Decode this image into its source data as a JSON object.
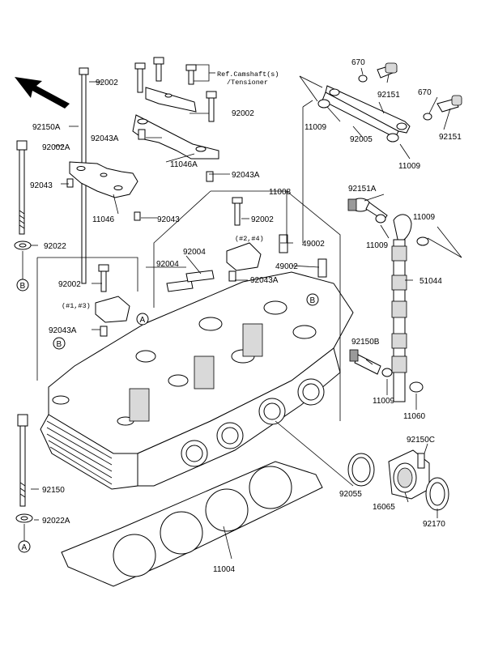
{
  "diagram": {
    "ref_note": {
      "line1": "Ref.Camshaft(s)",
      "line2": "/Tensioner"
    },
    "position_notes": {
      "p24": "(#2,#4)",
      "p13": "(#1,#3)"
    },
    "markers": {
      "a": "A",
      "b": "B"
    },
    "labels": {
      "l670a": "670",
      "l670b": "670",
      "l92151a": "92151",
      "l92151b": "92151",
      "l92002a": "92002",
      "l92002b": "92002",
      "l92150a": "92150A",
      "l92002aa": "92002A",
      "l92043a_top": "92043A",
      "l11046a": "11046A",
      "l11009a": "11009",
      "l92005": "92005",
      "l92043_left": "92043",
      "l92043a_mid": "92043A",
      "l11009b": "11009",
      "l11046": "11046",
      "l92043_mid": "92043",
      "l11008": "11008",
      "l92151a_mid": "92151A",
      "l11009c": "11009",
      "l92002c": "92002",
      "l92022": "92022",
      "l92004a": "92004",
      "l92004b": "92004",
      "l49002a": "49002",
      "l11009d": "11009",
      "l49002b": "49002",
      "l92043a_low": "92043A",
      "l51044": "51044",
      "l92002d": "92002",
      "l92043a_left": "92043A",
      "l92150b": "92150B",
      "l11009e": "11009",
      "l11060": "11060",
      "l92150c": "92150C",
      "l92150": "92150",
      "l92055": "92055",
      "l16065": "16065",
      "l92022a": "92022A",
      "l92170": "92170",
      "l11004": "11004"
    }
  }
}
